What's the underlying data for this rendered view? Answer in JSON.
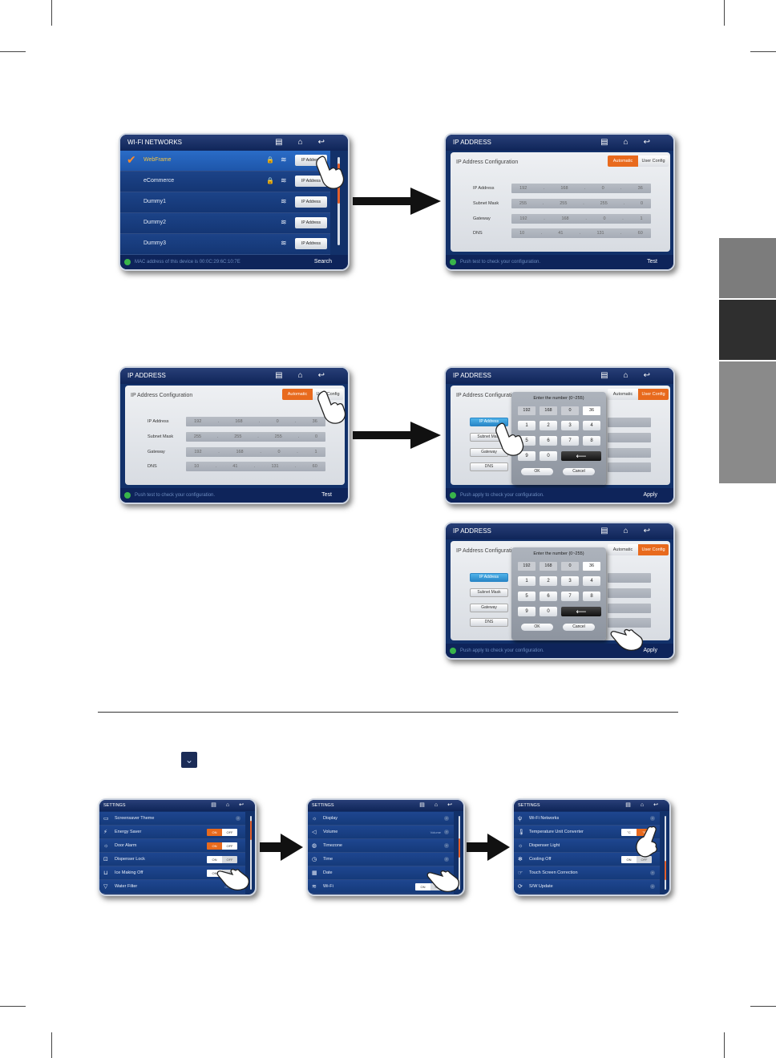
{
  "header": {
    "home_icon": "home-icon",
    "back_icon": "back-icon",
    "memo_icon": "memo-icon"
  },
  "wifi": {
    "title": "WI-FI NETWORKS",
    "networks": [
      {
        "name": "WebFrame",
        "locked": true
      },
      {
        "name": "eCommerce",
        "locked": true
      },
      {
        "name": "Dummy1",
        "locked": false
      },
      {
        "name": "Dummy2",
        "locked": false
      },
      {
        "name": "Dummy3",
        "locked": false
      }
    ],
    "ip_button": "IP Address",
    "footer": "MAC address of this device is 00:0C:29:6C:10:7E",
    "footer_button": "Search"
  },
  "ipconfig": {
    "title": "IP ADDRESS",
    "panel_title": "IP Address Configuration",
    "automatic": "Automatic",
    "user_config": "User Config",
    "fields": [
      {
        "label": "IP Address",
        "values": [
          "192",
          "168",
          "0",
          "36"
        ]
      },
      {
        "label": "Subnet Mask",
        "values": [
          "255",
          "255",
          "255",
          "0"
        ]
      },
      {
        "label": "Gateway",
        "values": [
          "192",
          "168",
          "0",
          "1"
        ]
      },
      {
        "label": "DNS",
        "values": [
          "10",
          "41",
          "131",
          "60"
        ]
      }
    ],
    "footer_test": "Push test to check your configuration.",
    "test_button": "Test",
    "footer_apply": "Push apply to check your configuration.",
    "apply_button": "Apply",
    "btn_ip": "IP Address",
    "btn_subnet": "Subnet Mask",
    "btn_gateway": "Gateway",
    "btn_dns": "DNS"
  },
  "keypad": {
    "title": "Enter the number (0~255)",
    "values": [
      "192",
      "168",
      "0",
      "36"
    ],
    "keys": [
      "1",
      "2",
      "3",
      "4",
      "5",
      "6",
      "7",
      "8",
      "9",
      "0"
    ],
    "ok": "OK",
    "cancel": "Cancel",
    "delete_symbol": "⟵"
  },
  "settings": {
    "title": "SETTINGS",
    "screen1": [
      {
        "label": "Screensaver Theme",
        "icon": "screensaver-icon"
      },
      {
        "label": "Energy Saver",
        "icon": "energy-icon",
        "on": "ON",
        "off": "OFF",
        "state": "on"
      },
      {
        "label": "Door Alarm",
        "icon": "alarm-icon",
        "on": "ON",
        "off": "OFF",
        "state": "on"
      },
      {
        "label": "Dispenser Lock",
        "icon": "lock-icon",
        "on": "ON",
        "off": "OFF",
        "state": "off"
      },
      {
        "label": "Ice Making Off",
        "icon": "ice-icon",
        "on": "ON",
        "off": "OFF",
        "state": "off"
      },
      {
        "label": "Water Filter",
        "icon": "filter-icon",
        "sub": "Good"
      }
    ],
    "screen2": [
      {
        "label": "Display",
        "icon": "display-icon"
      },
      {
        "label": "Volume",
        "icon": "volume-icon",
        "sub": "Volume"
      },
      {
        "label": "Timezone",
        "icon": "globe-icon"
      },
      {
        "label": "Time",
        "icon": "clock-icon"
      },
      {
        "label": "Date",
        "icon": "calendar-icon"
      },
      {
        "label": "Wi-Fi",
        "icon": "wifi-icon",
        "on": "ON",
        "off": "OFF",
        "state": "off"
      }
    ],
    "screen3": [
      {
        "label": "Wi-Fi Networks",
        "icon": "antenna-icon"
      },
      {
        "label": "Temperature Unit Converter",
        "icon": "thermometer-icon",
        "on": "°C",
        "off": "°F",
        "state": "off"
      },
      {
        "label": "Dispenser Light",
        "icon": "light-icon"
      },
      {
        "label": "Cooling Off",
        "icon": "cooling-icon",
        "on": "ON",
        "off": "OFF",
        "state": "off"
      },
      {
        "label": "Touch Screen Correction",
        "icon": "touch-icon"
      },
      {
        "label": "S/W Update",
        "icon": "update-icon"
      }
    ]
  }
}
